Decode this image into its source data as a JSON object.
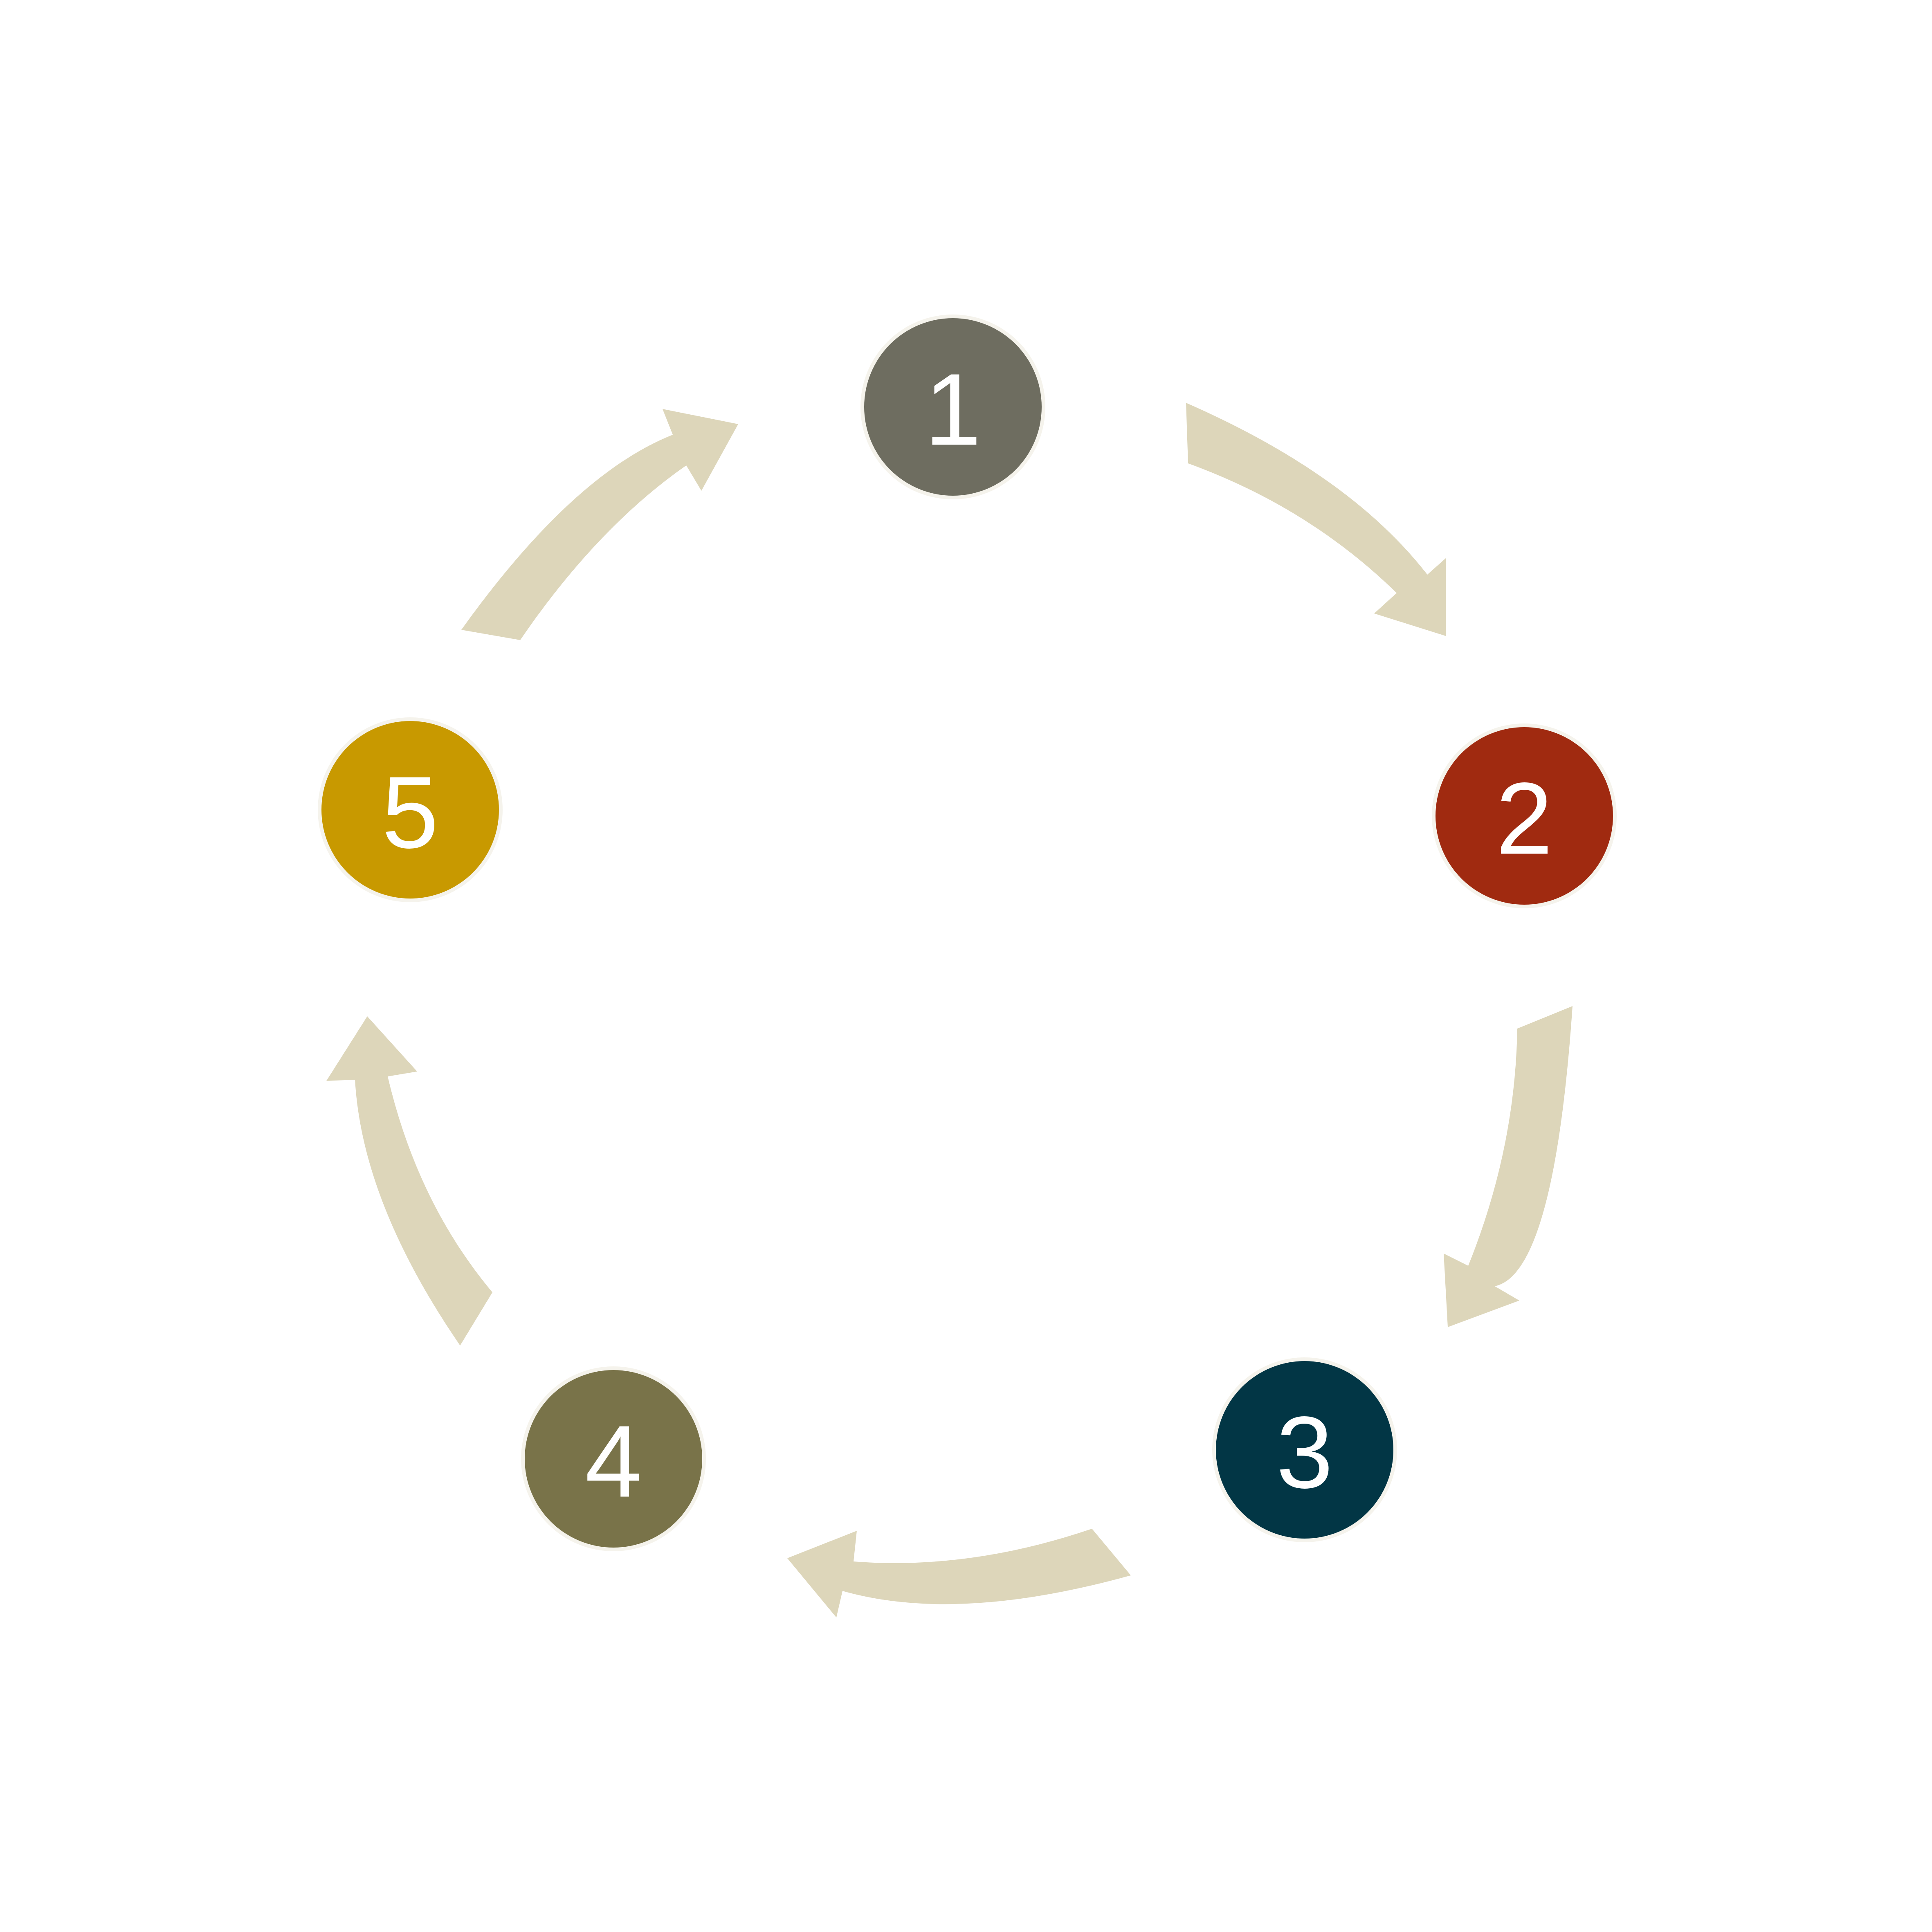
{
  "colors": {
    "background": "#ffffff",
    "arrow": "#ddd6ba",
    "node_ring": "#f5f3ec",
    "label": "#ffffff"
  },
  "nodes": [
    {
      "id": "step-1",
      "label": "1",
      "color": "#6e6d60"
    },
    {
      "id": "step-2",
      "label": "2",
      "color": "#a02a10"
    },
    {
      "id": "step-3",
      "label": "3",
      "color": "#023645"
    },
    {
      "id": "step-4",
      "label": "4",
      "color": "#797349"
    },
    {
      "id": "step-5",
      "label": "5",
      "color": "#c89900"
    }
  ],
  "arrows": [
    {
      "id": "arrow-1-to-2",
      "from": "1",
      "to": "2"
    },
    {
      "id": "arrow-2-to-3",
      "from": "2",
      "to": "3"
    },
    {
      "id": "arrow-3-to-4",
      "from": "3",
      "to": "4"
    },
    {
      "id": "arrow-4-to-5",
      "from": "4",
      "to": "5"
    },
    {
      "id": "arrow-5-to-1",
      "from": "5",
      "to": "1"
    }
  ]
}
